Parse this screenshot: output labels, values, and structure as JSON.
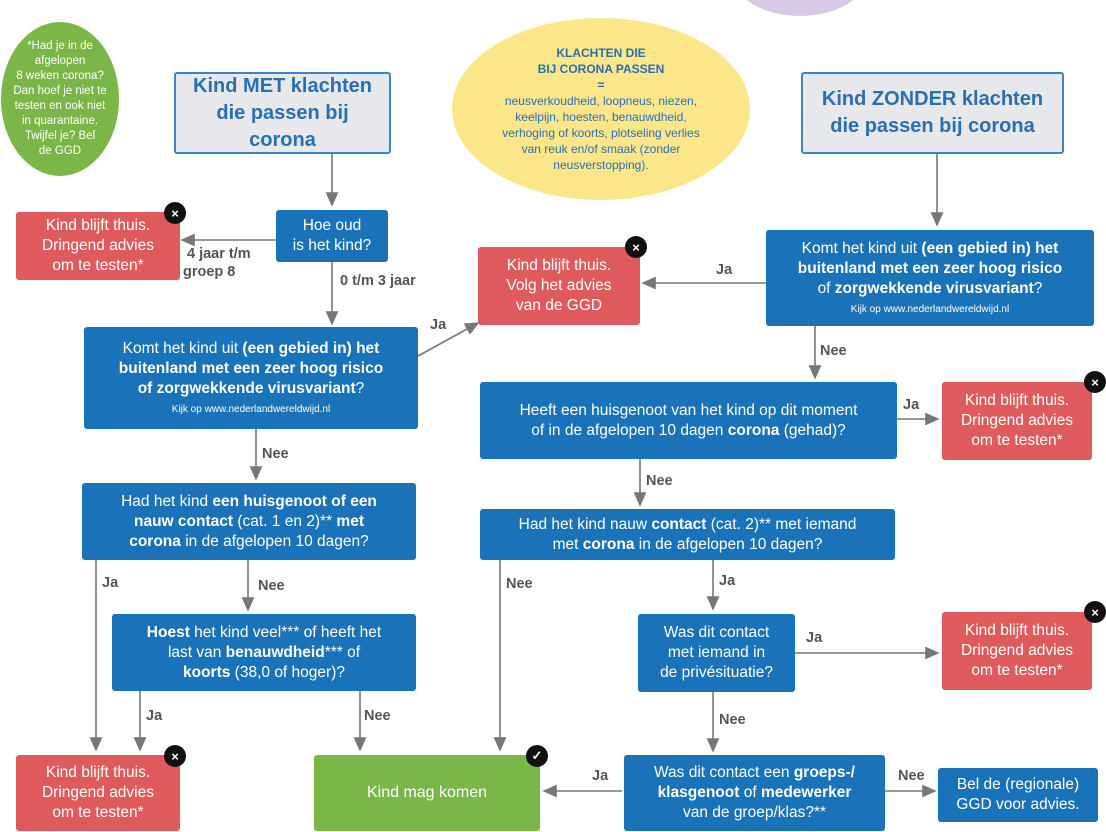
{
  "note_circle": {
    "lines": [
      "*Had je in de",
      "afgelopen",
      "8 weken corona?",
      "Dan hoef je niet te",
      "testen en ook niet",
      "in quarantaine.",
      "Twijfel je? Bel",
      "de GGD"
    ]
  },
  "complaints": {
    "title_lines": [
      "KLACHTEN DIE",
      "BIJ CORONA PASSEN"
    ],
    "equals": "=",
    "body_lines": [
      "neusverkoudheid, loopneus, niezen,",
      "keelpijn, hoesten, benauwdheid,",
      "verhoging of koorts, plotseling verlies",
      "van reuk en/of smaak (zonder",
      "neusverstopping)."
    ]
  },
  "left_header": {
    "lines": [
      "Kind MET klachten",
      "die passen bij corona"
    ]
  },
  "right_header": {
    "lines": [
      "Kind ZONDER klachten",
      "die passen bij corona"
    ]
  },
  "age_question": {
    "lines": [
      "Hoe oud",
      "is het kind?"
    ]
  },
  "stay_home_test_1": {
    "lines": [
      "Kind blijft thuis.",
      "Dringend advies",
      "om te testen*"
    ]
  },
  "stay_home_ggd": {
    "lines": [
      "Kind blijft thuis.",
      "Volg het advies",
      "van de GGD"
    ]
  },
  "abroad_left": {
    "line1_a": "Komt het kind uit ",
    "line1_b": "(een gebied in) het",
    "line2": "buitenland met een zeer hoog risico",
    "line3_a": "of zorgwekkende virusvariant",
    "line3_b": "?",
    "note": "Kijk op www.nederlandwereldwijd.nl"
  },
  "abroad_right": {
    "line1_a": "Komt het kind uit ",
    "line1_b": "(een gebied in) het",
    "line2": "buitenland met een zeer hoog risico",
    "line3_a": "of ",
    "line3_b": "zorgwekkende virusvariant",
    "line3_c": "?",
    "note": "Kijk op www.nederlandwereldwijd.nl"
  },
  "housemate_right": {
    "line1": "Heeft een huisgenoot van het kind op dit moment",
    "line2_a": "of in de afgelopen 10 dagen ",
    "line2_b": "corona",
    "line2_c": " (gehad)?"
  },
  "stay_home_test_2": {
    "lines": [
      "Kind blijft thuis.",
      "Dringend advies",
      "om te testen*"
    ]
  },
  "contact_left": {
    "line1_a": "Had het kind ",
    "line1_b": "een huisgenoot of een",
    "line2_a": "nauw contact",
    "line2_b": " (cat. 1 en 2)** ",
    "line2_c": "met",
    "line3_a": "corona",
    "line3_b": " in de afgelopen 10 dagen?"
  },
  "contact_right": {
    "line1_a": "Had het kind nauw ",
    "line1_b": "contact",
    "line1_c": " (cat. 2)** met iemand",
    "line2_a": "met ",
    "line2_b": "corona",
    "line2_c": " in de afgelopen 10 dagen?"
  },
  "cough_question": {
    "line1_a": "Hoest",
    "line1_b": " het kind veel*** of heeft het",
    "line2_a": "last van ",
    "line2_b": "benauwdheid",
    "line2_c": "*** of",
    "line3_a": "koorts",
    "line3_b": " (38,0 of hoger)?"
  },
  "private_question": {
    "lines": [
      "Was dit contact",
      "met iemand in",
      "de privésituatie?"
    ]
  },
  "stay_home_test_3": {
    "lines": [
      "Kind blijft thuis.",
      "Dringend advies",
      "om te testen*"
    ]
  },
  "stay_home_test_4": {
    "lines": [
      "Kind blijft thuis.",
      "Dringend advies",
      "om te testen*"
    ]
  },
  "may_come": {
    "label": "Kind mag komen"
  },
  "group_question": {
    "line1_a": "Was dit contact een ",
    "line1_b": "groeps-/",
    "line2_a": "klasgenoot",
    "line2_b": " of ",
    "line2_c": "medewerker",
    "line3": "van de groep/klas?**"
  },
  "call_ggd": {
    "lines": [
      "Bel de (regionale)",
      "GGD voor advies."
    ]
  },
  "edge_labels": {
    "age_old_1": "4 jaar t/m",
    "age_old_2": "groep 8",
    "age_young": "0 t/m 3 jaar",
    "ja": "Ja",
    "nee": "Nee"
  },
  "badges": {
    "cross": "×",
    "check": "✓"
  },
  "colors": {
    "blue": "#1a73b8",
    "red": "#de5a5c",
    "green": "#7ab648",
    "header_bg": "#e6e8ec",
    "header_text": "#2a6fb0",
    "note_circle": "#7ab648",
    "complaints_bg": "#fbe78a",
    "complaints_text": "#2a6fb0",
    "top_circle": "#d9c8e6"
  }
}
